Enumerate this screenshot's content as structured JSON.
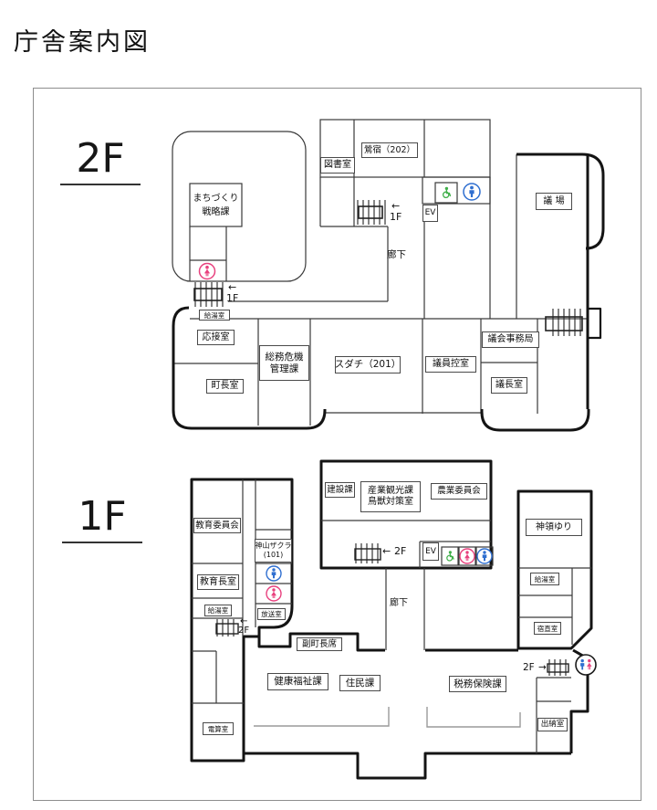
{
  "title": "庁舎案内図",
  "arrows": {
    "left": "←",
    "right": "→"
  },
  "f2": {
    "floor_label": "2F",
    "stair_dest": "1F",
    "corridor": "廊下",
    "ev": "EV",
    "rooms": {
      "machizukuri_1": "まちづくり",
      "machizukuri_2": "戦略課",
      "library": "図書室",
      "oshuku": "鶯宿（202）",
      "gijo": "議 場",
      "kyuto": "給湯室",
      "osetsu": "応接室",
      "chocho": "町長室",
      "somu_1": "総務危機",
      "somu_2": "管理課",
      "sudachi": "スダチ（201）",
      "giin": "議員控室",
      "gikai": "議会事務局",
      "gicho": "議長室"
    }
  },
  "f1": {
    "floor_label": "1F",
    "stair_dest": "2F",
    "corridor": "廊下",
    "ev": "EV",
    "rooms": {
      "kyoiku_iinkai": "教育委員会",
      "sakura_1": "神山ザクラ",
      "sakura_2": "(101)",
      "kyoikucho": "教育長室",
      "kyuto_left": "給湯室",
      "hoso": "放送室",
      "kensetsu": "建設課",
      "sangyo_1": "産業観光課",
      "sangyo_2": "鳥獣対策室",
      "nogyo": "農業委員会",
      "jinryo": "神領ゆり",
      "kyuto_right": "給湯室",
      "shukuchoku": "宿直室",
      "fukucho": "副町長席",
      "kenko": "健康福祉課",
      "jumin": "住民課",
      "densan": "電算室",
      "zeimu": "税務保険課",
      "suito": "出納室"
    }
  },
  "icons": {
    "female": "female-restroom-icon",
    "male": "male-restroom-icon",
    "wheelchair": "wheelchair-accessible-icon",
    "restroom_pair": "restroom-icon"
  },
  "colors": {
    "male": "#2f6fd0",
    "female": "#e8417e",
    "wheelchair": "#3faf49",
    "wall": "#141414"
  }
}
